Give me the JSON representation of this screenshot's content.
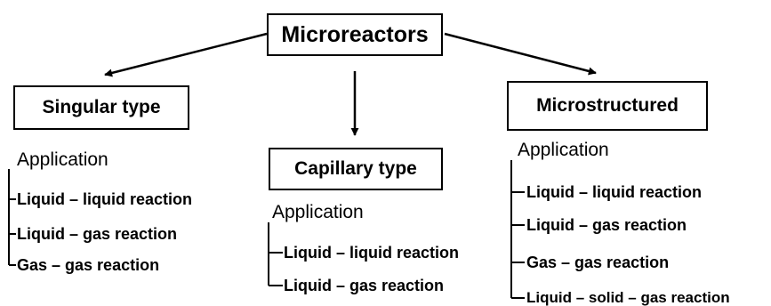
{
  "diagram": {
    "root": {
      "label": "Microreactors"
    },
    "branches": [
      {
        "title": "Singular type",
        "application_label": "Application",
        "items": [
          "Liquid – liquid reaction",
          "Liquid – gas reaction",
          "Gas – gas reaction"
        ]
      },
      {
        "title": "Capillary type",
        "application_label": "Application",
        "items": [
          "Liquid – liquid reaction",
          "Liquid – gas reaction"
        ]
      },
      {
        "title": "Microstructured",
        "application_label": "Application",
        "items": [
          "Liquid – liquid reaction",
          "Liquid – gas reaction",
          "Gas – gas reaction",
          "Liquid – solid – gas reaction"
        ]
      }
    ]
  }
}
